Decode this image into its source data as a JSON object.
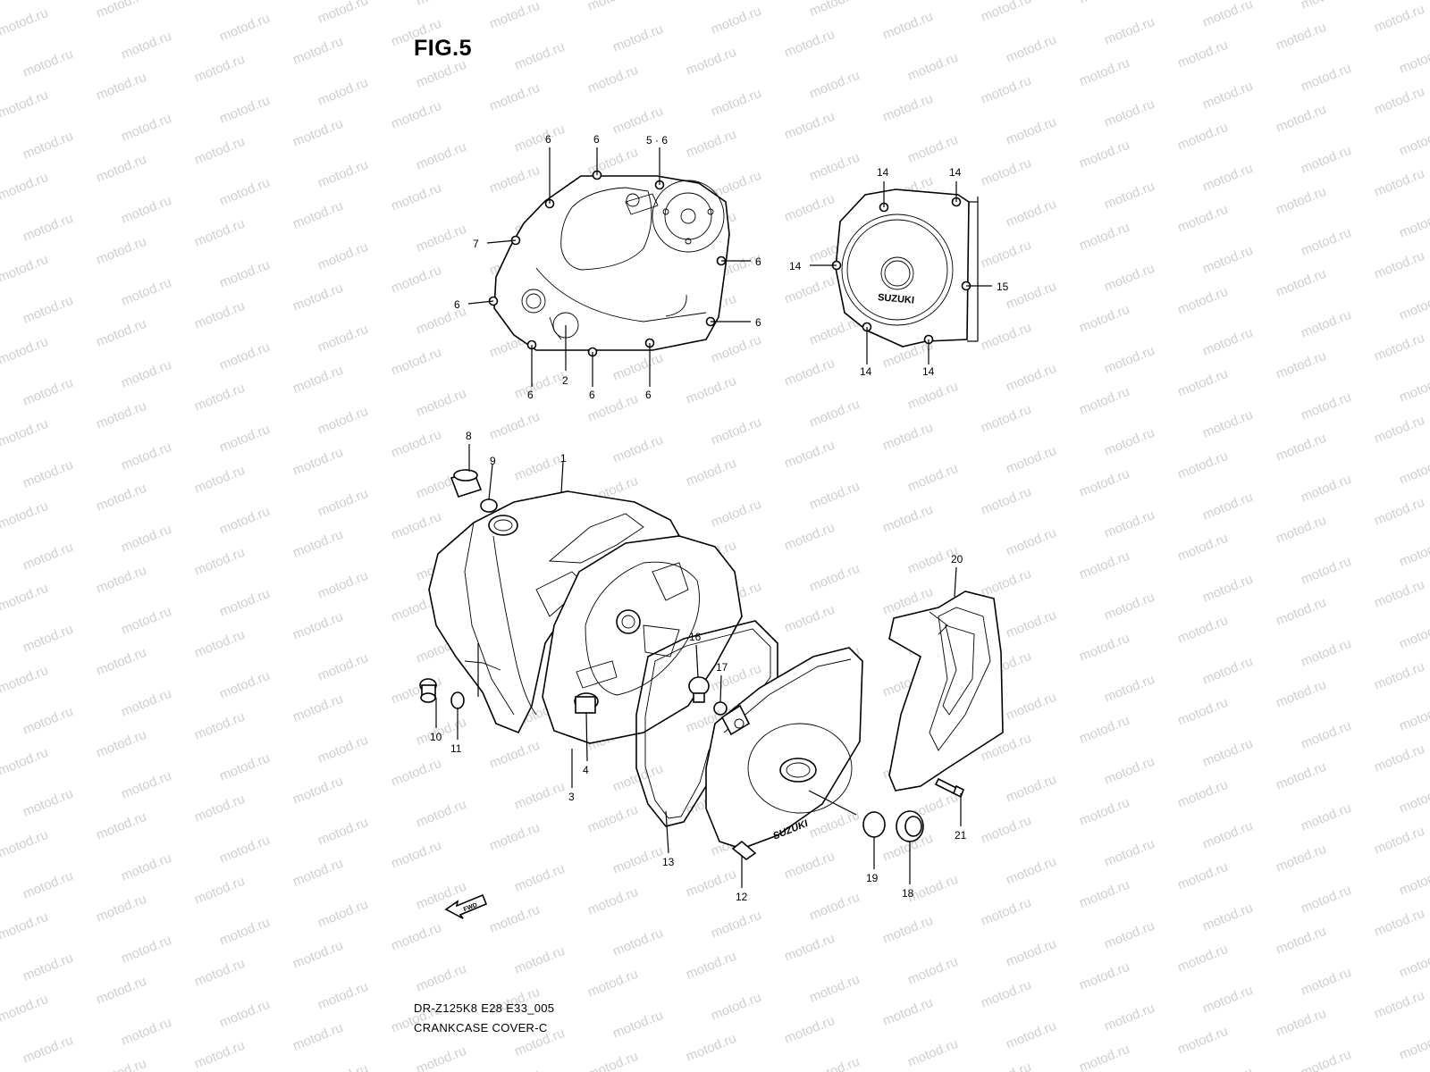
{
  "figure": {
    "title": "FIG.5",
    "model_code": "DR-Z125K8 E28 E33_005",
    "diagram_name": "CRANKCASE COVER-C"
  },
  "watermark": "motod.ru",
  "logos": {
    "cover_logo": "SUZUKI",
    "fwd_arrow": "FWD"
  },
  "callouts": [
    {
      "id": "c-6-a",
      "text": "6"
    },
    {
      "id": "c-6-b",
      "text": "6"
    },
    {
      "id": "c-5-6",
      "text": "5 · 6"
    },
    {
      "id": "c-7",
      "text": "7"
    },
    {
      "id": "c-6-c",
      "text": "6"
    },
    {
      "id": "c-6-d",
      "text": "6"
    },
    {
      "id": "c-6-e",
      "text": "6"
    },
    {
      "id": "c-2",
      "text": "2"
    },
    {
      "id": "c-6-f",
      "text": "6"
    },
    {
      "id": "c-6-g",
      "text": "6"
    },
    {
      "id": "c-6-h",
      "text": "6"
    },
    {
      "id": "c-14-a",
      "text": "14"
    },
    {
      "id": "c-14-b",
      "text": "14"
    },
    {
      "id": "c-14-c",
      "text": "14"
    },
    {
      "id": "c-15",
      "text": "15"
    },
    {
      "id": "c-14-d",
      "text": "14"
    },
    {
      "id": "c-14-e",
      "text": "14"
    },
    {
      "id": "c-8",
      "text": "8"
    },
    {
      "id": "c-9",
      "text": "9"
    },
    {
      "id": "c-1",
      "text": "1"
    },
    {
      "id": "c-20",
      "text": "20"
    },
    {
      "id": "c-16",
      "text": "16"
    },
    {
      "id": "c-17",
      "text": "17"
    },
    {
      "id": "c-10",
      "text": "10"
    },
    {
      "id": "c-11",
      "text": "11"
    },
    {
      "id": "c-4",
      "text": "4"
    },
    {
      "id": "c-3",
      "text": "3"
    },
    {
      "id": "c-21",
      "text": "21"
    },
    {
      "id": "c-13",
      "text": "13"
    },
    {
      "id": "c-19",
      "text": "19"
    },
    {
      "id": "c-18",
      "text": "18"
    },
    {
      "id": "c-12",
      "text": "12"
    }
  ]
}
